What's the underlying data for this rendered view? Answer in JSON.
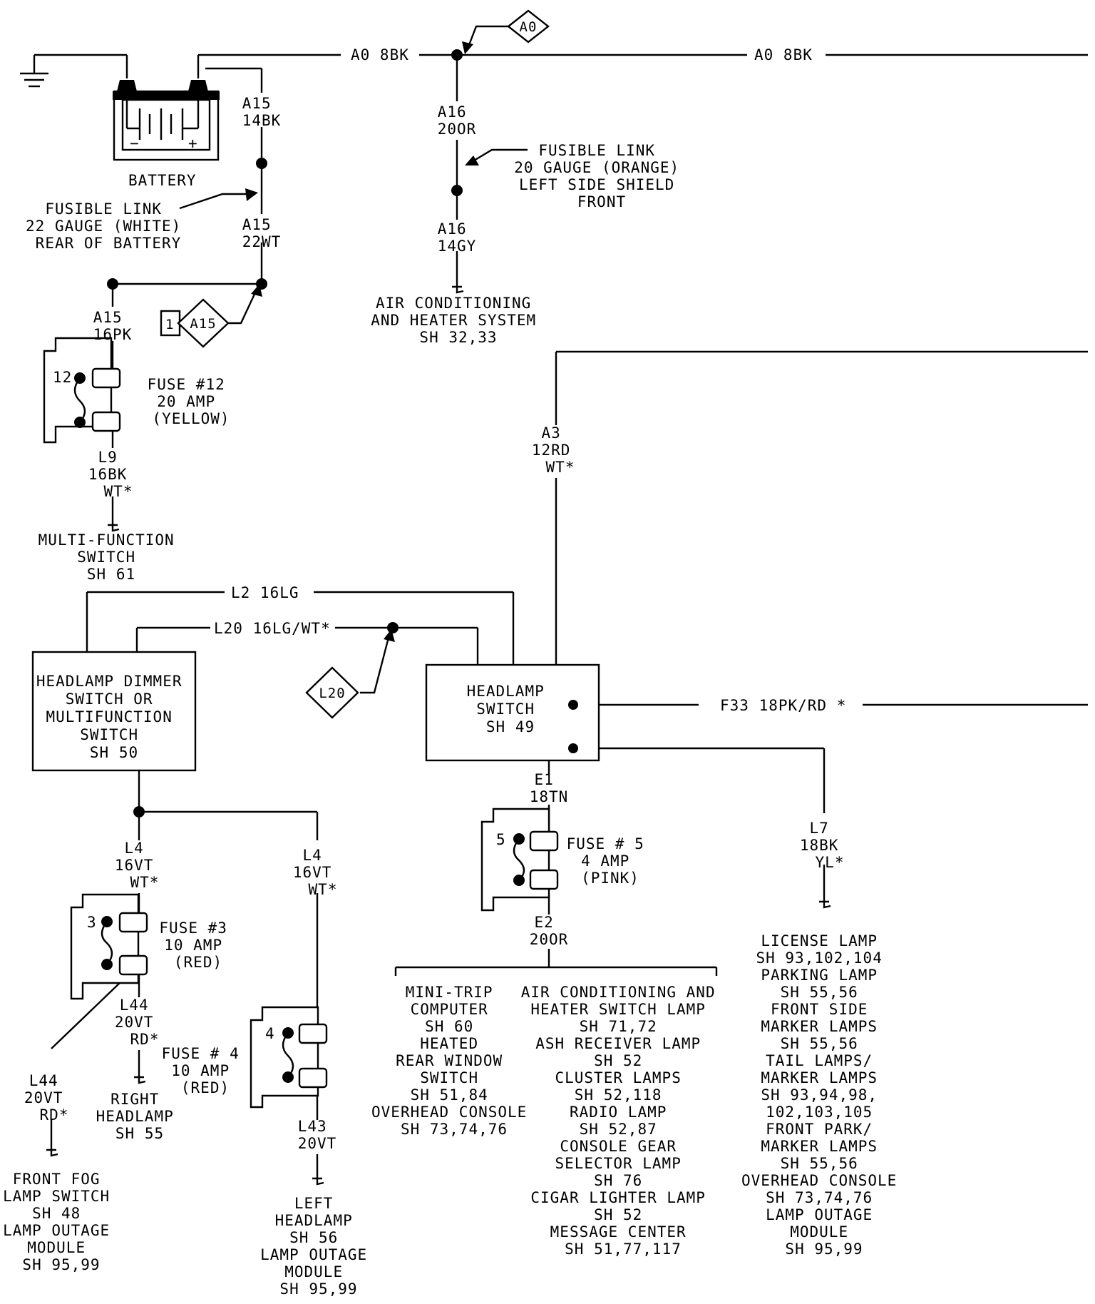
{
  "wires": {
    "a0_left": "A0 8BK",
    "a0_right": "A0 8BK",
    "a16_top": [
      "A16",
      "20OR"
    ],
    "a16_bottom": [
      "A16",
      "14GY"
    ],
    "a15_top": [
      "A15",
      "14BK"
    ],
    "a15_mid": [
      "A15",
      "22WT"
    ],
    "a15_bot": [
      "A15",
      "16PK"
    ],
    "l9": [
      "L9",
      "16BK",
      "WT*"
    ],
    "l2": "L2 16LG",
    "l20": "L20 16LG/WT*",
    "a3": [
      "A3",
      "12RD",
      "WT*"
    ],
    "f33": "F33 18PK/RD *",
    "e1": [
      "E1",
      "18TN"
    ],
    "e2": [
      "E2",
      "20OR"
    ],
    "l7": [
      "L7",
      "18BK",
      "YL*"
    ],
    "l4_left": [
      "L4",
      "16VT",
      "WT*"
    ],
    "l4_right": [
      "L4",
      "16VT",
      "WT*"
    ],
    "l44_a": [
      "L44",
      "20VT",
      "RD*"
    ],
    "l44_b": [
      "L44",
      "20VT",
      "RD*"
    ],
    "l43": [
      "L43",
      "20VT"
    ]
  },
  "connectors": {
    "a0": "A0",
    "a15": "A15",
    "a15_sheet": "1",
    "l20": "L20"
  },
  "components": {
    "battery": "BATTERY",
    "headlamp_dimmer": [
      "HEADLAMP DIMMER",
      "SWITCH OR",
      "MULTIFUNCTION",
      "SWITCH",
      "SH 50"
    ],
    "headlamp_switch": [
      "HEADLAMP",
      "SWITCH",
      "SH 49"
    ]
  },
  "fuses": {
    "f12": {
      "num": "12",
      "label": [
        "FUSE #12",
        "20 AMP",
        "(YELLOW)"
      ]
    },
    "f5": {
      "num": "5",
      "label": [
        "FUSE # 5",
        "4 AMP",
        "(PINK)"
      ]
    },
    "f3": {
      "num": "3",
      "label": [
        "FUSE #3",
        "10 AMP",
        "(RED)"
      ]
    },
    "f4": {
      "num": "4",
      "label": [
        "FUSE # 4",
        "10 AMP",
        "(RED)"
      ]
    }
  },
  "notes": {
    "fusible_link_battery": [
      "FUSIBLE LINK",
      "22 GAUGE (WHITE)",
      "REAR OF BATTERY"
    ],
    "fusible_link_front": [
      "FUSIBLE LINK",
      "20 GAUGE (ORANGE)",
      "LEFT SIDE SHIELD",
      "FRONT"
    ]
  },
  "destinations": {
    "air_conditioning": [
      "AIR CONDITIONING",
      "AND HEATER SYSTEM",
      "SH 32,33"
    ],
    "multi_function": [
      "MULTI-FUNCTION",
      "SWITCH",
      "SH 61"
    ],
    "mini_trip": [
      "MINI-TRIP",
      "COMPUTER",
      "SH 60",
      "HEATED",
      "REAR WINDOW",
      "SWITCH",
      "SH 51,84",
      "OVERHEAD CONSOLE",
      "SH 73,74,76"
    ],
    "ac_heater_lamp": [
      "AIR CONDITIONING AND",
      "HEATER SWITCH LAMP",
      "SH 71,72",
      "ASH RECEIVER LAMP",
      "SH 52",
      "CLUSTER LAMPS",
      "SH 52,118",
      "RADIO LAMP",
      "SH 52,87",
      "CONSOLE GEAR",
      "SELECTOR LAMP",
      "SH 76",
      "CIGAR LIGHTER LAMP",
      "SH 52",
      "MESSAGE CENTER",
      "SH 51,77,117"
    ],
    "license_lamp": [
      "LICENSE LAMP",
      "SH 93,102,104",
      "PARKING LAMP",
      "SH 55,56",
      "FRONT SIDE",
      "MARKER LAMPS",
      "SH 55,56",
      "TAIL LAMPS/",
      "MARKER LAMPS",
      "SH 93,94,98,",
      "102,103,105",
      "FRONT PARK/",
      "MARKER LAMPS",
      "SH 55,56",
      "OVERHEAD CONSOLE",
      "SH 73,74,76",
      "LAMP OUTAGE",
      "MODULE",
      "SH 95,99"
    ],
    "front_fog": [
      "FRONT FOG",
      "LAMP SWITCH",
      "SH 48",
      "LAMP OUTAGE",
      "MODULE",
      "SH 95,99"
    ],
    "right_headlamp": [
      "RIGHT",
      "HEADLAMP",
      "SH 55"
    ],
    "left_headlamp": [
      "LEFT",
      "HEADLAMP",
      "SH 56",
      "LAMP OUTAGE",
      "MODULE",
      "SH 95,99"
    ]
  }
}
